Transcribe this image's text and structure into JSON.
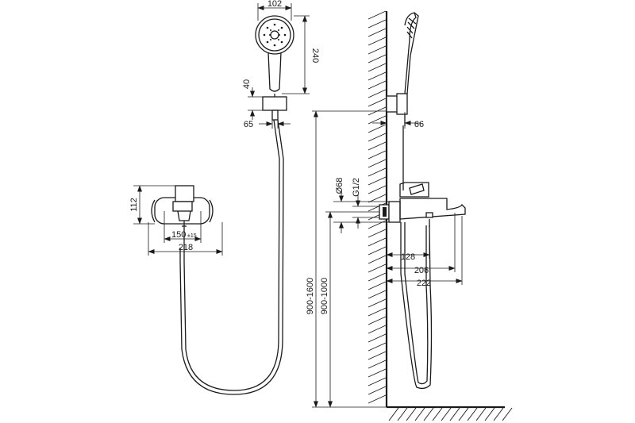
{
  "dimensions": {
    "head_width": "102",
    "head_height": "240",
    "holder_height": "40",
    "holder_offset": "65",
    "wall_holder_offset": "66",
    "mixer_height": "112",
    "mixer_centers": "150",
    "mixer_centers_tol": "±15",
    "mixer_width": "218",
    "diameter": "Ø68",
    "thread": "G1/2",
    "spout_128": "128",
    "spout_206": "206",
    "spout_222": "222",
    "holder_mount_height": "900-1600",
    "mixer_mount_height": "900-1000"
  }
}
